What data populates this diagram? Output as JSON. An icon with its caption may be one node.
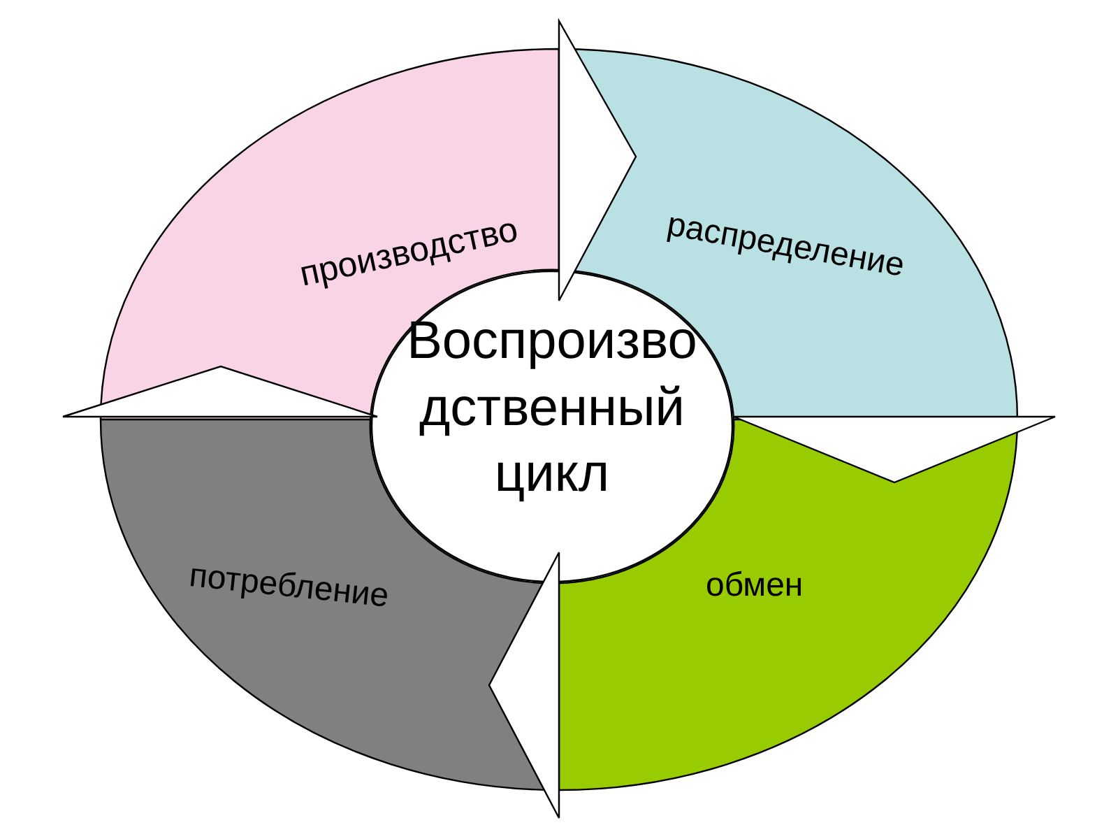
{
  "diagram": {
    "nodes": [
      {
        "text": [
          "производство"
        ]
      },
      {
        "text": [
          "распределение"
        ]
      },
      {
        "text": [
          "Воспроизводственный цикл"
        ]
      },
      {
        "text": [
          "потребление"
        ]
      },
      {
        "text": [
          "обмен"
        ]
      }
    ],
    "edges": [
      {
        "from": 0,
        "to": 1,
        "arrow": "to"
      },
      {
        "from": 1,
        "to": 4,
        "arrow": "to"
      },
      {
        "from": 4,
        "to": 3,
        "arrow": "to"
      },
      {
        "from": 3,
        "to": 0,
        "arrow": "to"
      }
    ]
  }
}
